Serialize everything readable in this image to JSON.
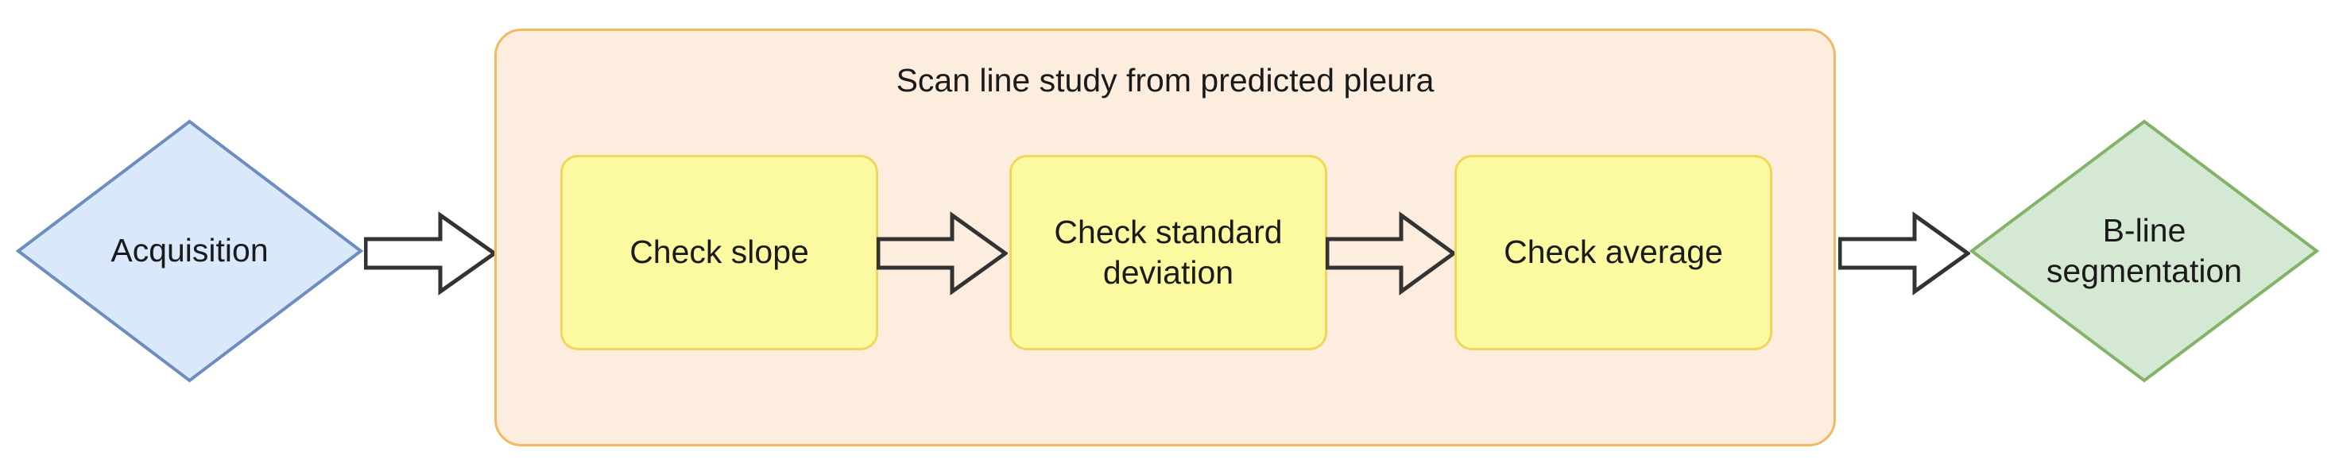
{
  "diagram": {
    "type": "flowchart",
    "orientation": "left-to-right",
    "background_color": "#ffffff",
    "nodes": {
      "start": {
        "label": "Acquisition",
        "shape": "diamond",
        "fill_color": "#dae8fc",
        "stroke_color": "#6c8ebf"
      },
      "end": {
        "label_line1": "B-line",
        "label_line2": "segmentation",
        "shape": "diamond",
        "fill_color": "#d5e8d4",
        "stroke_color": "#82b366"
      }
    },
    "group": {
      "title": "Scan line study from predicted pleura",
      "fill_color": "#fceddf",
      "stroke_color": "#f3b861",
      "steps": [
        {
          "label_line1": "Check slope",
          "label_line2": "",
          "fill_color": "#fcfaa0",
          "stroke_color": "#f2d65c"
        },
        {
          "label_line1": "Check standard",
          "label_line2": "deviation",
          "fill_color": "#fcfaa0",
          "stroke_color": "#f2d65c"
        },
        {
          "label_line1": "Check average",
          "label_line2": "",
          "fill_color": "#fcfaa0",
          "stroke_color": "#f2d65c"
        }
      ]
    },
    "connectors": [
      {
        "name": "acquisition-to-group",
        "icon": "block-arrow-right-icon",
        "direction": "right"
      },
      {
        "name": "slope-to-stddev",
        "icon": "block-arrow-right-icon",
        "direction": "right"
      },
      {
        "name": "stddev-to-average",
        "icon": "block-arrow-right-icon",
        "direction": "right"
      },
      {
        "name": "group-to-segmentation",
        "icon": "block-arrow-right-icon",
        "direction": "right"
      }
    ]
  }
}
